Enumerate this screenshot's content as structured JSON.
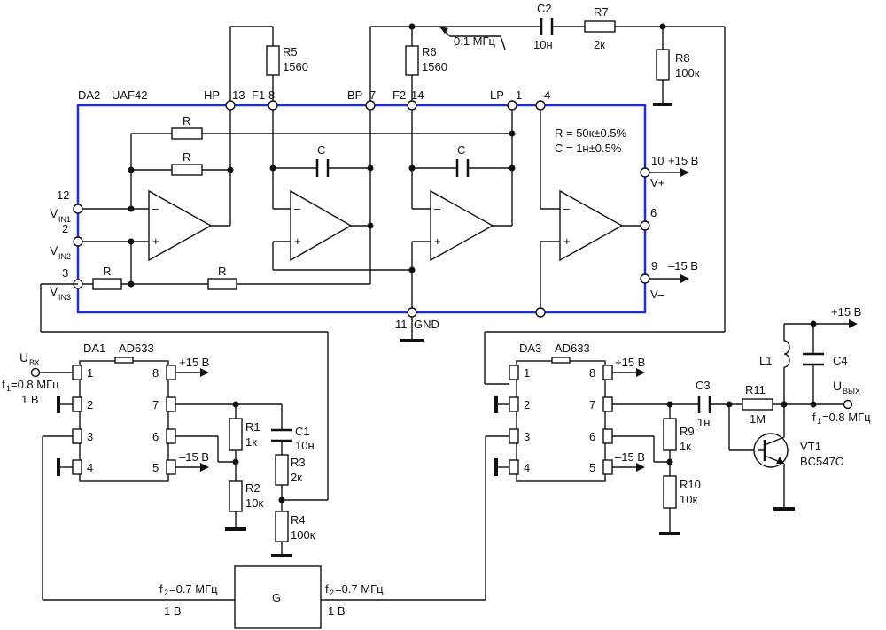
{
  "colors": {
    "wire": "#111111",
    "uaf42_outline": "#1f2fd0",
    "background": "#ffffff"
  },
  "da2": {
    "name": "DA2",
    "part": "UAF42",
    "pins": {
      "hp": "HP",
      "p13": "13",
      "f1": "F1",
      "p8": "8",
      "bp": "BP",
      "p7": "7",
      "f2": "F2",
      "p14": "14",
      "lp": "LP",
      "p1": "1",
      "p4": "4",
      "p12": "12",
      "p2": "2",
      "p3": "3",
      "p10": "10",
      "p6": "6",
      "p9": "9",
      "p11": "11",
      "gnd": "GND"
    },
    "vin": "V",
    "in1": "IN1",
    "in2": "IN2",
    "in3": "IN3",
    "vplus": "V+",
    "vminus": "V–",
    "supply_pos": "+15 В",
    "supply_neg": "–15 В",
    "r_label": "R",
    "c_label": "C",
    "spec_r": "R = 50к±0.5%",
    "spec_c": "C = 1н±0.5%"
  },
  "components": {
    "r5": {
      "name": "R5",
      "value": "1560"
    },
    "r6": {
      "name": "R6",
      "value": "1560"
    },
    "c2": {
      "name": "C2",
      "value": "10н"
    },
    "r7": {
      "name": "R7",
      "value": "2к"
    },
    "r8": {
      "name": "R8",
      "value": "100к"
    },
    "freq_note": "0.1 МГц",
    "r1": {
      "name": "R1",
      "value": "1к"
    },
    "r2": {
      "name": "R2",
      "value": "10к"
    },
    "c1": {
      "name": "C1",
      "value": "10н"
    },
    "r3": {
      "name": "R3",
      "value": "2к"
    },
    "r4": {
      "name": "R4",
      "value": "100к"
    },
    "r9": {
      "name": "R9",
      "value": "1к"
    },
    "r10": {
      "name": "R10",
      "value": "10к"
    },
    "c3": {
      "name": "C3",
      "value": "1н"
    },
    "r11": {
      "name": "R11",
      "value": "1М"
    },
    "l1": {
      "name": "L1"
    },
    "c4": {
      "name": "C4"
    },
    "vt1": {
      "name": "VT1",
      "part": "BC547C"
    }
  },
  "da1": {
    "name": "DA1",
    "part": "AD633",
    "pins": [
      "1",
      "2",
      "3",
      "4",
      "5",
      "6",
      "7",
      "8"
    ],
    "vpos": "+15 В",
    "vneg": "–15 В"
  },
  "da3": {
    "name": "DA3",
    "part": "AD633",
    "pins": [
      "1",
      "2",
      "3",
      "4",
      "5",
      "6",
      "7",
      "8"
    ],
    "vpos": "+15 В",
    "vneg": "–15 В"
  },
  "input": {
    "u": "U",
    "sub": "ВХ",
    "f": "f",
    "f_sub": "1",
    "f_val": "=0.8 МГц",
    "amp": "1 В"
  },
  "output": {
    "u": "U",
    "sub": "ВЫХ",
    "f": "f",
    "f_sub": "1",
    "f_val": "=0.8 МГц",
    "supply": "+15 В"
  },
  "generator": {
    "name": "G",
    "f_left": "f",
    "f_left_sub": "2",
    "f_left_val": "=0.7 МГц",
    "amp_left": "1 В",
    "f_right": "f",
    "f_right_sub": "2",
    "f_right_val": "=0.7 МГц",
    "amp_right": "1 В"
  }
}
